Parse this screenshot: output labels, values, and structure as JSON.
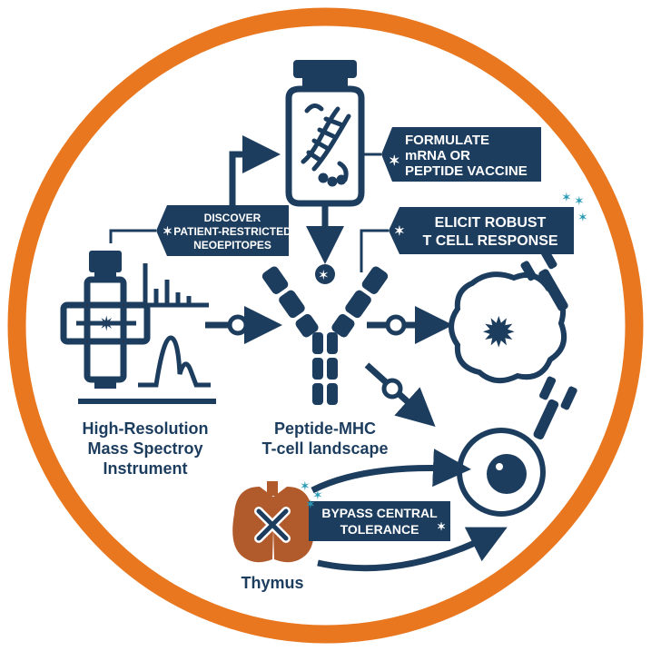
{
  "colors": {
    "ring": "#e8771f",
    "navy": "#1d3d5f",
    "teal": "#2a9bb7",
    "thymus": "#b15a2c",
    "white": "#ffffff"
  },
  "labels": {
    "instrument": [
      "High-Resolution",
      "Mass Spectroy",
      "Instrument"
    ],
    "landscape": [
      "Peptide-MHC",
      "T-cell landscape"
    ],
    "thymus": "Thymus"
  },
  "tags": {
    "discover": [
      "DISCOVER",
      "PATIENT-RESTRICTED",
      "NEOEPITOPES"
    ],
    "formulate": [
      "FORMULATE",
      "mRNA OR",
      "PEPTIDE VACCINE"
    ],
    "elicit": [
      "ELICIT ROBUST",
      "T CELL RESPONSE"
    ],
    "bypass": [
      "BYPASS CENTRAL",
      "TOLERANCE"
    ]
  },
  "icons": [
    "vaccine-vial-icon",
    "dna-helix-icon",
    "mass-spectrometer-icon",
    "spectrum-peaks-icon",
    "mhc-receptor-icon",
    "tumor-cell-icon",
    "t-cell-icon",
    "thymus-icon",
    "sparkle-icon"
  ]
}
